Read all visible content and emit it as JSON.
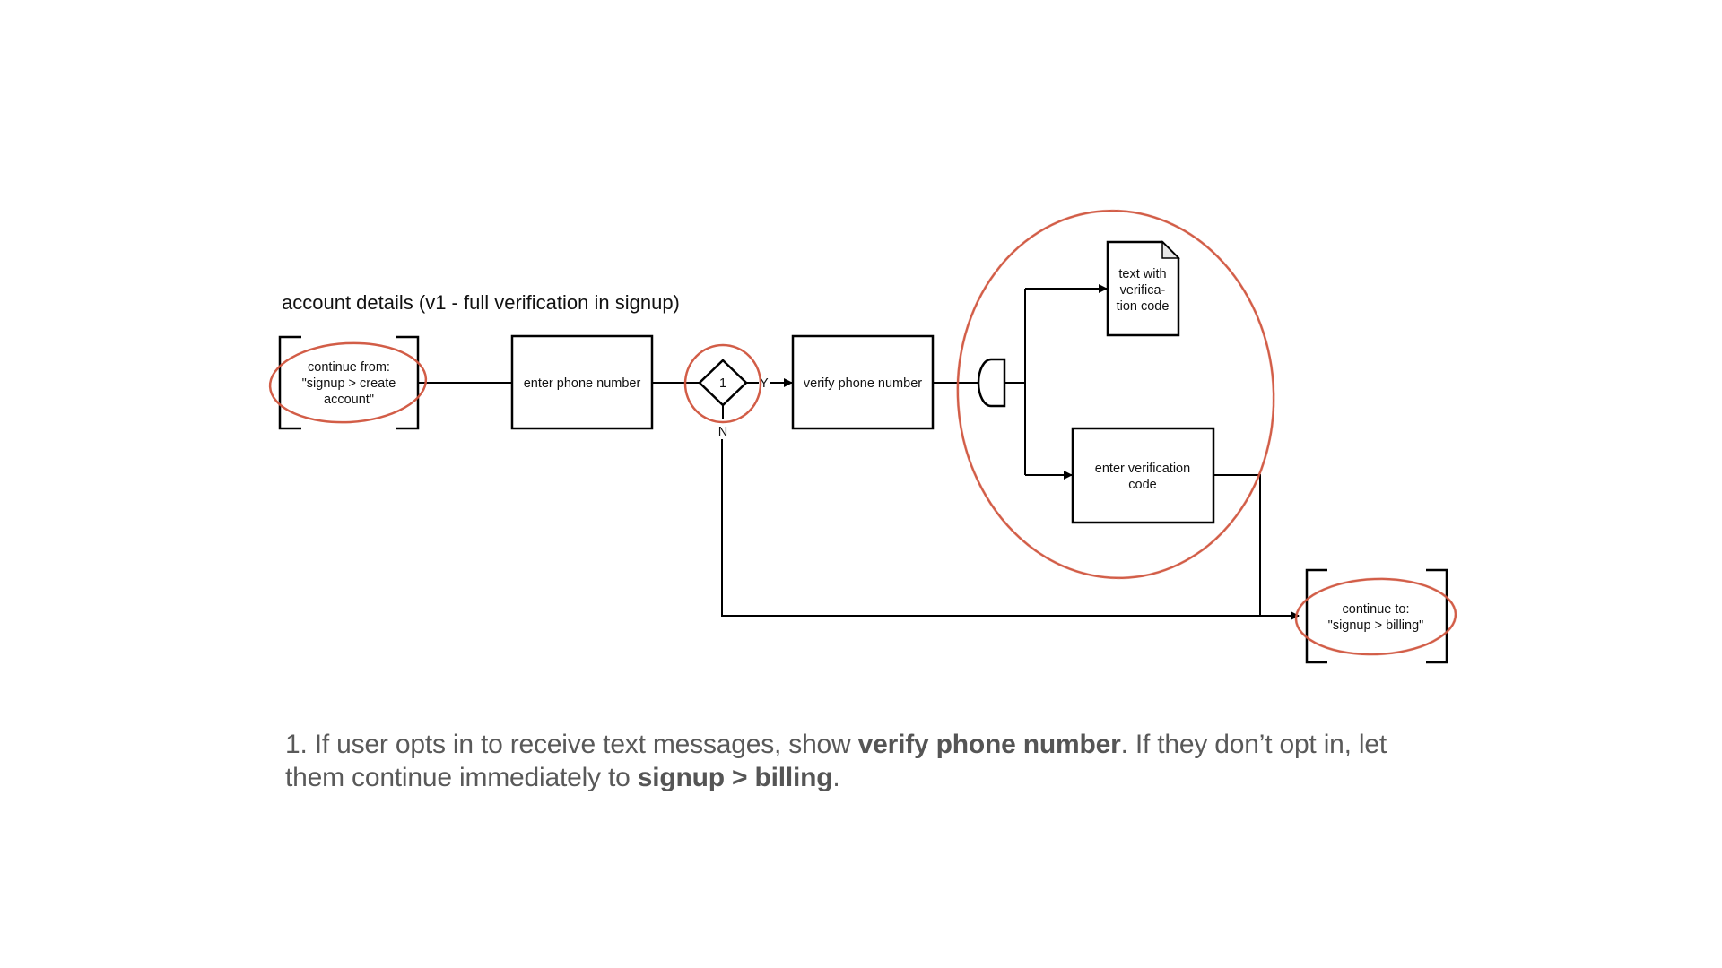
{
  "diagram": {
    "title": "account details (v1 - full verification in signup)",
    "start": {
      "lines": [
        "continue from:",
        "\"signup > create",
        "account\""
      ]
    },
    "enter_phone": {
      "label": "enter phone number"
    },
    "decision": {
      "label": "1",
      "yes_label": "Y",
      "no_label": "N"
    },
    "verify_phone": {
      "label": "verify phone number"
    },
    "document": {
      "lines": [
        "text with",
        "verifica-",
        "tion code"
      ]
    },
    "enter_code": {
      "lines": [
        "enter verification",
        "code"
      ]
    },
    "end": {
      "lines": [
        "continue to:",
        "\"signup > billing\""
      ]
    },
    "colors": {
      "stroke": "#000000",
      "annotation": "#D0553E",
      "note_text": "#595959"
    }
  },
  "note": {
    "number": "1.",
    "part1": " If user opts in to receive text messages, show ",
    "bold1": "verify phone number",
    "part2": ". If they don’t opt in, let them continue immediately to ",
    "bold2": "signup > billing",
    "part3": "."
  }
}
